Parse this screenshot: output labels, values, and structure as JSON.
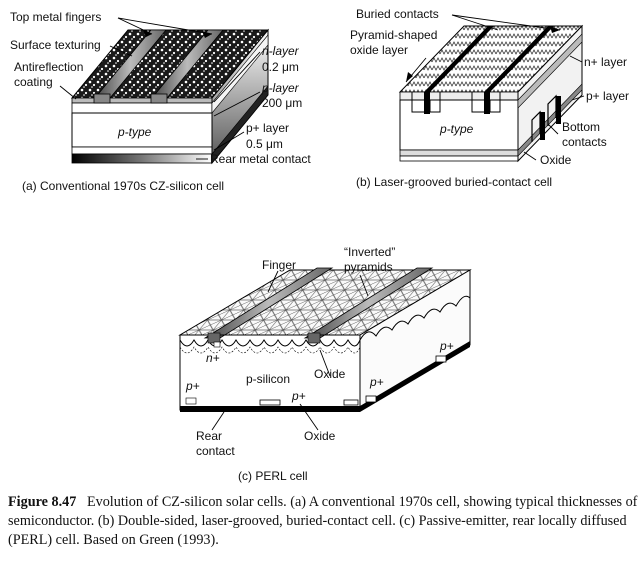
{
  "panel_a": {
    "labels": {
      "top_metal_fingers": "Top metal fingers",
      "surface_texturing": "Surface texturing",
      "antireflection_coating_1": "Antireflection",
      "antireflection_coating_2": "coating",
      "n_layer_1": "n-layer",
      "n_layer_2": "0.2 μm",
      "p_layer_1": "p-layer",
      "p_layer_2": "200 μm",
      "p_type": "p-type",
      "p_plus_layer_1": "p+ layer",
      "p_plus_layer_2": "0.5 μm",
      "rear_metal_contact": "Rear metal contact"
    },
    "caption": "(a)  Conventional 1970s CZ-silicon cell"
  },
  "panel_b": {
    "labels": {
      "buried_contacts": "Buried contacts",
      "pyramid_oxide_1": "Pyramid-shaped",
      "pyramid_oxide_2": "oxide layer",
      "n_plus_layer": "n+ layer",
      "p_plus_layer": "p+ layer",
      "p_type": "p-type",
      "bottom_contacts_1": "Bottom",
      "bottom_contacts_2": "contacts",
      "oxide": "Oxide"
    },
    "caption": "(b)  Laser-grooved buried-contact cell"
  },
  "panel_c": {
    "labels": {
      "finger": "Finger",
      "inverted_pyramids_1": "“Inverted”",
      "inverted_pyramids_2": "pyramids",
      "n_plus": "n+",
      "p_plus_left": "p+",
      "p_silicon": "p-silicon",
      "oxide_mid": "Oxide",
      "p_plus_mid": "p+",
      "p_plus_right": "p+",
      "p_plus_top_right": "p+",
      "rear_contact_1": "Rear",
      "rear_contact_2": "contact",
      "oxide_bottom": "Oxide"
    },
    "caption": "(c) PERL cell"
  },
  "caption": {
    "figure_label": "Figure 8.47",
    "text": "Evolution of CZ-silicon solar cells. (a) A conventional 1970s cell, showing typical thicknesses of semiconductor. (b) Double-sided, laser-grooved, buried-contact cell. (c) Passive-emitter, rear locally diffused (PERL) cell. Based on Green (1993)."
  }
}
